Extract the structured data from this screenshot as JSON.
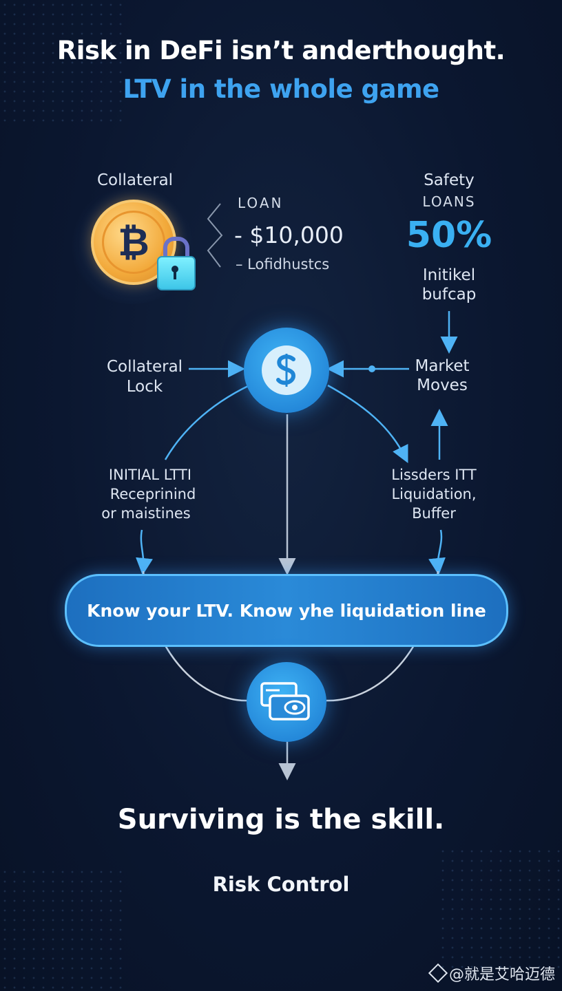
{
  "header": {
    "title_line1": "Risk in DeFi isn’t anderthought.",
    "title_line2": "LTV in the whole game"
  },
  "collateral": {
    "label": "Collateral",
    "coin_symbol": "₿"
  },
  "loan": {
    "heading": "LOAN",
    "amount": "- $10,000",
    "sub": "– Lofidhustcs"
  },
  "safety": {
    "label1": "Safety",
    "label2": "LOANS",
    "percent": "50%",
    "caption_line1": "Initikel",
    "caption_line2": "bufcap"
  },
  "flow": {
    "left_label": [
      "Collateral",
      "Lock"
    ],
    "right_label": [
      "Market",
      "Moves"
    ],
    "left_bottom": [
      "INITIAL LTTI",
      "Receprinind",
      "or maistines"
    ],
    "right_bottom": [
      "Lissders ITT",
      "Liquidation,",
      "Buffer"
    ]
  },
  "banner_text": "Know your LTV. Know yhe liquidation line",
  "closing": "Surviving is the skill.",
  "footer": "Risk Control",
  "watermark": "@就是艾哈迈德",
  "colors": {
    "background": "#0b1730",
    "accent": "#3ea3f0",
    "node": "#2a8ad8"
  }
}
